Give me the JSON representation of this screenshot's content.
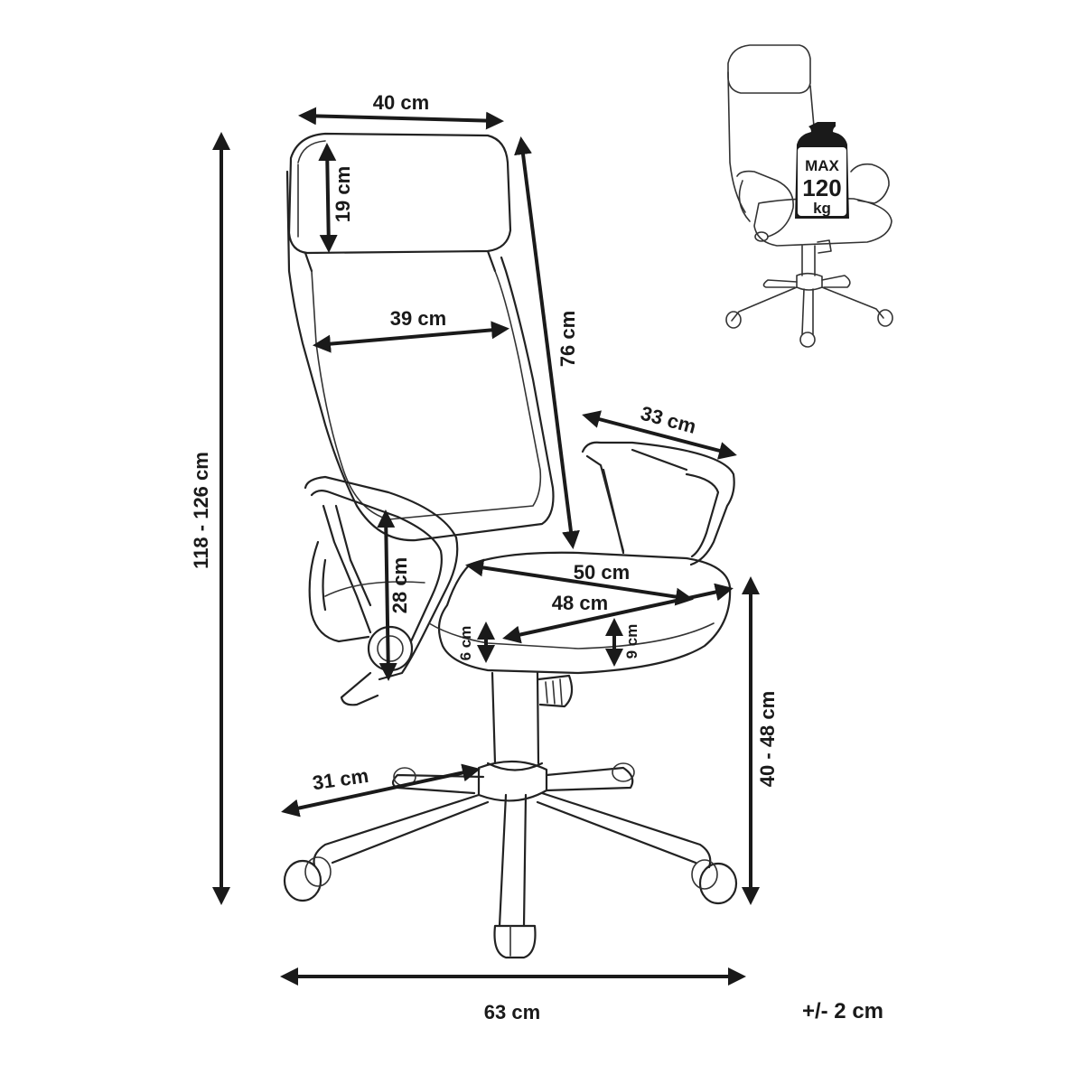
{
  "dimensions": {
    "headrest_width": "40 cm",
    "headrest_height": "19 cm",
    "back_width": "39 cm",
    "back_height": "76 cm",
    "armrest_depth": "33 cm",
    "seat_width": "50 cm",
    "seat_depth": "48 cm",
    "armrest_height": "28 cm",
    "seat_thickness_front": "6 cm",
    "seat_thickness_side": "9 cm",
    "total_height": "118 - 126 cm",
    "seat_height": "40 - 48 cm",
    "leg_length": "31 cm",
    "base_width": "63 cm"
  },
  "max_load": {
    "line1": "MAX",
    "line2": "120",
    "line3": "kg"
  },
  "tolerance": "+/- 2 cm",
  "colors": {
    "ink": "#1a1a1a",
    "background": "#ffffff"
  }
}
